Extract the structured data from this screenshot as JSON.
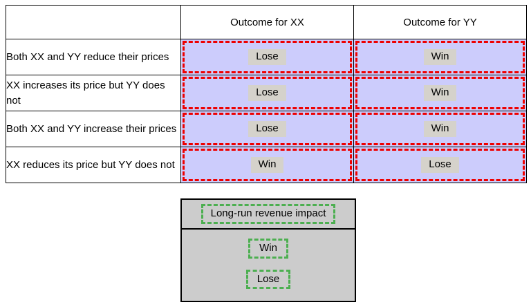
{
  "payoff_table": {
    "headers": [
      "",
      "Outcome for XX",
      "Outcome for YY"
    ],
    "rows": [
      {
        "scenario": "Both XX and YY reduce their prices",
        "outcome_xx": "Lose",
        "outcome_yy": "Win"
      },
      {
        "scenario": "XX increases its price but YY does not",
        "outcome_xx": "Lose",
        "outcome_yy": "Win"
      },
      {
        "scenario": "Both XX and YY increase their prices",
        "outcome_xx": "Lose",
        "outcome_yy": "Win"
      },
      {
        "scenario": "XX reduces its price but YY does not",
        "outcome_xx": "Win",
        "outcome_yy": "Lose"
      }
    ]
  },
  "legend": {
    "title": "Long-run revenue impact",
    "items": [
      "Win",
      "Lose"
    ]
  },
  "colors": {
    "outcome_cell_fill": "#ccccfc",
    "outcome_badge_fill": "#d5d2cb",
    "highlight_dashed": "#ee0000",
    "legend_fill": "#cccccc",
    "legend_dashed": "#4caf50",
    "table_border": "#000000",
    "text": "#000000",
    "page_background": "#ffffff"
  }
}
